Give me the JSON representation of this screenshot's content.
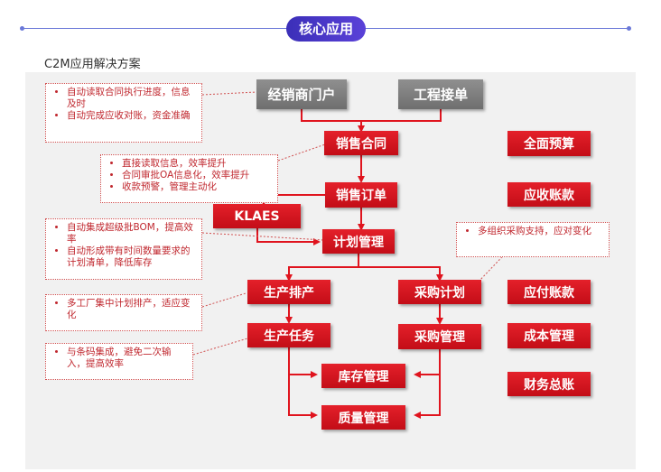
{
  "header": {
    "title": "核心应用",
    "subtitle": "C2M应用解决方案"
  },
  "nodes": {
    "dealer_portal": "经销商门户",
    "project_order": "工程接单",
    "sales_contract": "销售合同",
    "sales_order": "销售订单",
    "klaes": "KLAES",
    "plan_management": "计划管理",
    "production_scheduling": "生产排产",
    "purchase_plan": "采购计划",
    "production_task": "生产任务",
    "purchase_management": "采购管理",
    "inventory_management": "库存管理",
    "quality_management": "质量管理",
    "full_budget": "全面预算",
    "accounts_receivable": "应收账款",
    "accounts_payable": "应付账款",
    "cost_management": "成本管理",
    "general_ledger": "财务总账"
  },
  "notes": {
    "portal": [
      "自动读取合同执行进度，信息及时",
      "自动完成应收对账，资金准确"
    ],
    "contract": [
      "直接读取信息，效率提升",
      "合同审批OA信息化，效率提升",
      "收款预警，管理主动化"
    ],
    "plan": [
      "自动集成超级批BOM，提高效率",
      "自动形成带有时间数量要求的计划清单，降低库存"
    ],
    "purchase": [
      "多组织采购支持，应对变化"
    ],
    "scheduling": [
      "多工厂集中计划排产，适应变化"
    ],
    "task": [
      "与条码集成，避免二次输入，提高效率"
    ]
  },
  "colors": {
    "box_red": "#d7141f",
    "box_gray": "#7f7f7f",
    "arrow": "#e0141e",
    "note_text": "#c0282f",
    "title_bg": "#4a38cc"
  }
}
